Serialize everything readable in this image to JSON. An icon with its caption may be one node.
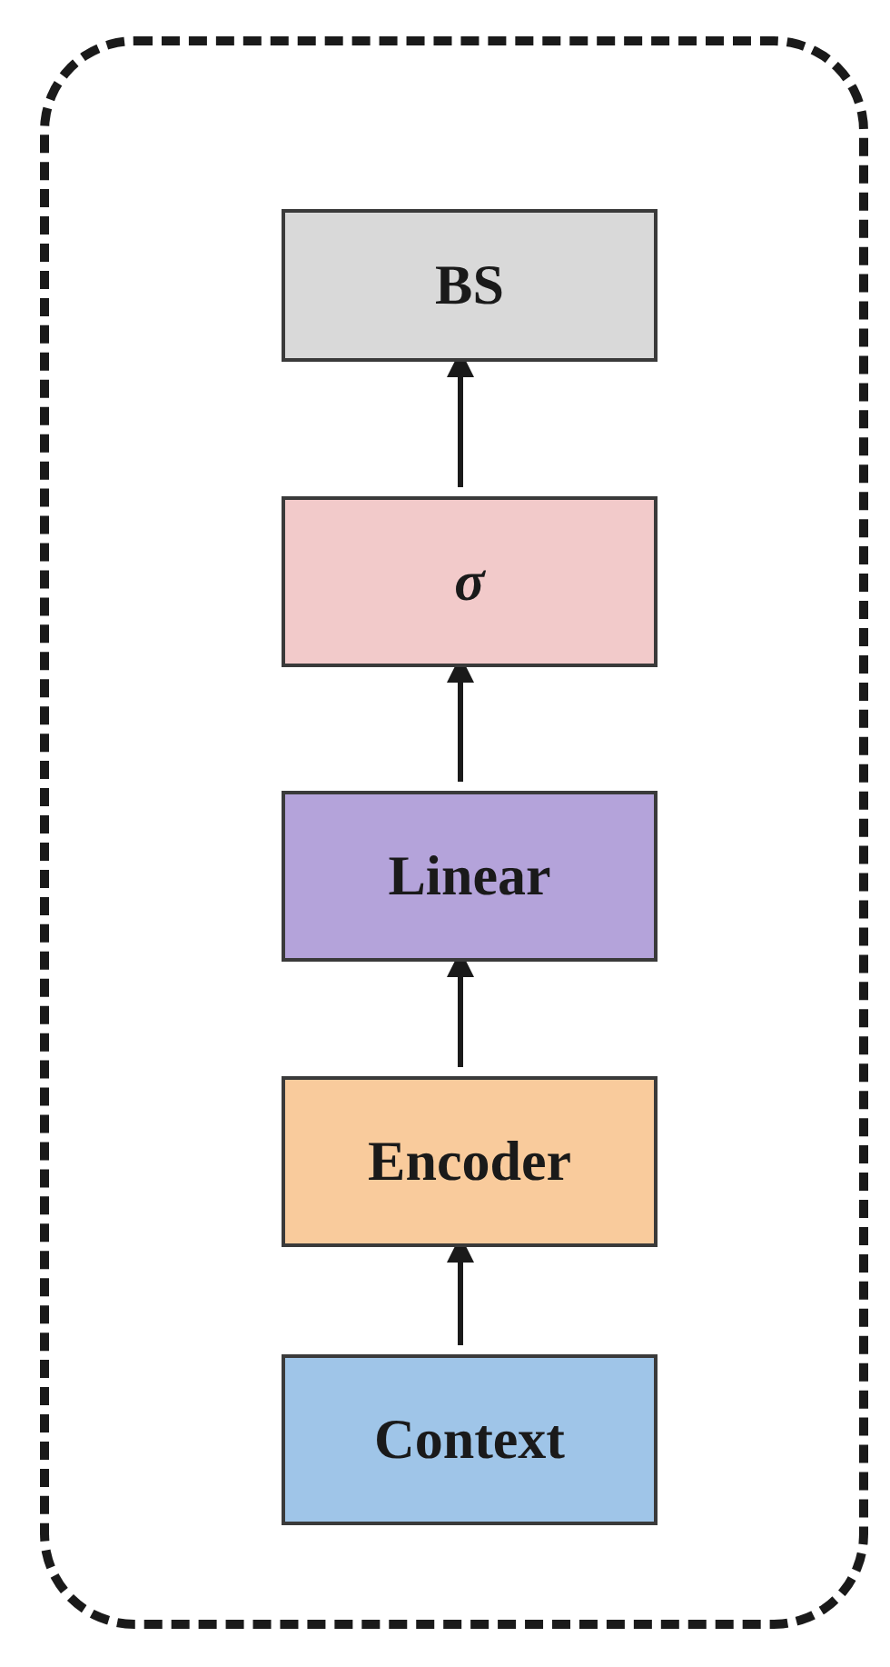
{
  "diagram": {
    "nodes": [
      {
        "text": [],
        "shape": "box"
      },
      {
        "text": [
          "BS"
        ],
        "in": 0
      },
      {
        "text": [
          "σ"
        ],
        "in": 0
      },
      {
        "text": [
          "Linear"
        ],
        "in": 0
      },
      {
        "text": [
          "Encoder"
        ],
        "in": 0
      },
      {
        "text": [
          "Context"
        ],
        "in": 0
      }
    ],
    "edges": [
      {
        "from": 5,
        "to": 4,
        "arrow": "to"
      },
      {
        "from": 4,
        "to": 3,
        "arrow": "to"
      },
      {
        "from": 3,
        "to": 2,
        "arrow": "to"
      },
      {
        "from": 2,
        "to": 1,
        "arrow": "to"
      }
    ]
  }
}
